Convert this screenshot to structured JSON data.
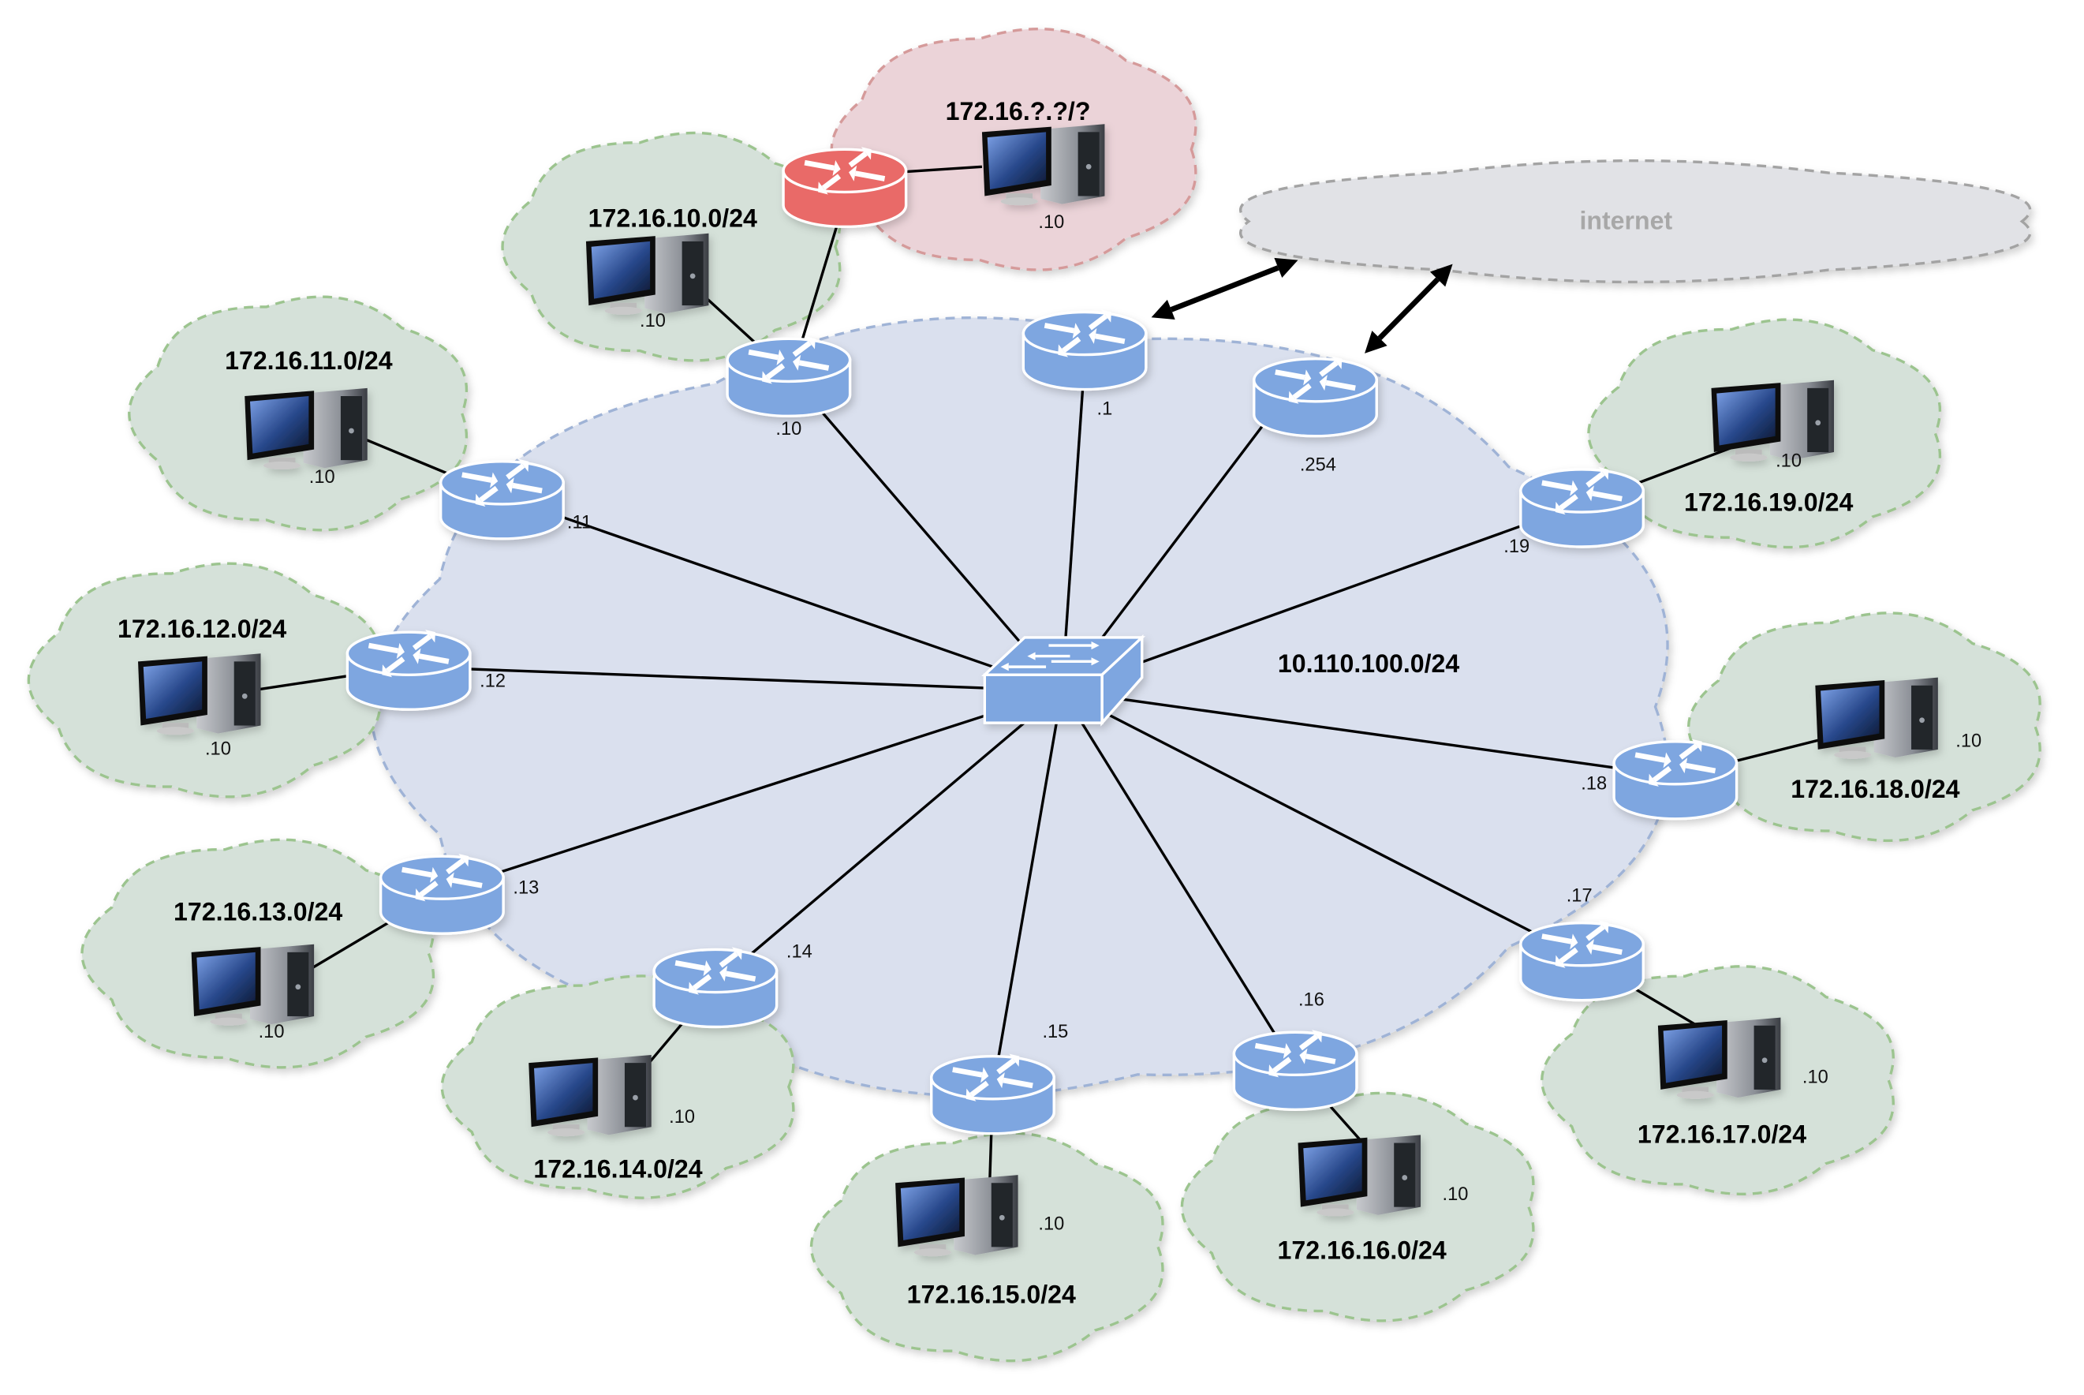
{
  "diagram": {
    "core_network": {
      "label": "10.110.100.0/24",
      "switch": "switch-icon"
    },
    "internet": {
      "label": "internet"
    },
    "edge_routers": [
      {
        "id": "r1",
        "ip": ".1"
      },
      {
        "id": "r254",
        "ip": ".254"
      }
    ],
    "unknown_site": {
      "network": "172.16.?.?/?",
      "pc_ip": ".10",
      "router_color": "#e96b67"
    },
    "sites": [
      {
        "id": "s10",
        "router_ip": ".10",
        "network": "172.16.10.0/24",
        "pc_ip": ".10"
      },
      {
        "id": "s11",
        "router_ip": ".11",
        "network": "172.16.11.0/24",
        "pc_ip": ".10"
      },
      {
        "id": "s12",
        "router_ip": ".12",
        "network": "172.16.12.0/24",
        "pc_ip": ".10"
      },
      {
        "id": "s13",
        "router_ip": ".13",
        "network": "172.16.13.0/24",
        "pc_ip": ".10"
      },
      {
        "id": "s14",
        "router_ip": ".14",
        "network": "172.16.14.0/24",
        "pc_ip": ".10"
      },
      {
        "id": "s15",
        "router_ip": ".15",
        "network": "172.16.15.0/24",
        "pc_ip": ".10"
      },
      {
        "id": "s16",
        "router_ip": ".16",
        "network": "172.16.16.0/24",
        "pc_ip": ".10"
      },
      {
        "id": "s17",
        "router_ip": ".17",
        "network": "172.16.17.0/24",
        "pc_ip": ".10"
      },
      {
        "id": "s18",
        "router_ip": ".18",
        "network": "172.16.18.0/24",
        "pc_ip": ".10"
      },
      {
        "id": "s19",
        "router_ip": ".19",
        "network": "172.16.19.0/24",
        "pc_ip": ".10"
      }
    ],
    "colors": {
      "router_blue": "#7ea6e0",
      "core_cloud_fill": "#dae0ee",
      "core_cloud_stroke": "#9fb3d6",
      "site_cloud_fill": "#d5e1d9",
      "site_cloud_stroke": "#9cc48f",
      "unknown_cloud_fill": "#ebd3d8",
      "unknown_cloud_stroke": "#d59a9a",
      "internet_cloud_fill": "#e1e2e6",
      "internet_cloud_stroke": "#a3a3a3"
    }
  }
}
